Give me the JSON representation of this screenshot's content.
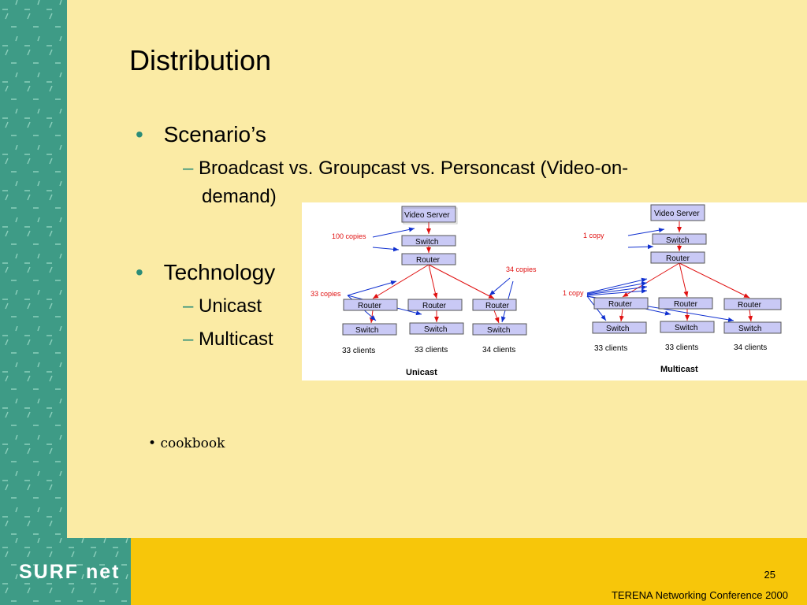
{
  "slide": {
    "title": "Distribution",
    "bullets": [
      {
        "text": "Scenario’s",
        "sub": [
          "Broadcast vs. Groupcast vs. Personcast (Video-on-",
          "demand)"
        ]
      },
      {
        "text": "Technology",
        "sub": [
          "Unicast",
          "Multicast"
        ]
      }
    ],
    "small_bullet": "cookbook",
    "page_number": "25",
    "footer": "TERENA Networking Conference 2000",
    "logo": "SURF net"
  },
  "diagram": {
    "unicast": {
      "caption": "Unicast",
      "server": "Video Server",
      "switch": "Switch",
      "router": "Router",
      "routers": [
        "Router",
        "Router",
        "Router"
      ],
      "switches": [
        "Switch",
        "Switch",
        "Switch"
      ],
      "clients": [
        "33 clients",
        "33 clients",
        "34 clients"
      ],
      "labels": {
        "top": "100 copies",
        "left": "33 copies",
        "right": "34 copies"
      }
    },
    "multicast": {
      "caption": "Multicast",
      "server": "Video Server",
      "switch": "Switch",
      "router": "Router",
      "routers": [
        "Router",
        "Router",
        "Router"
      ],
      "switches": [
        "Switch",
        "Switch",
        "Switch"
      ],
      "clients": [
        "33 clients",
        "33 clients",
        "34 clients"
      ],
      "labels": {
        "top": "1 copy",
        "left": "1 copy"
      }
    }
  },
  "colors": {
    "green": "#3E9B86",
    "yellow": "#F7C60A",
    "background": "#FBEBA5",
    "box": "#C9C9F5",
    "arrow_red": "#E01010",
    "arrow_blue": "#1030D0"
  }
}
